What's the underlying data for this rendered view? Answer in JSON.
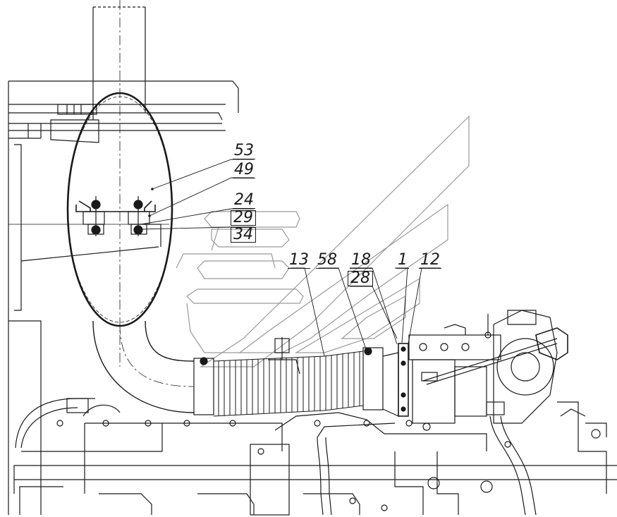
{
  "diagram": {
    "callouts": [
      {
        "id": "c53",
        "text": "53"
      },
      {
        "id": "c49",
        "text": "49"
      },
      {
        "id": "c24",
        "text": "24"
      },
      {
        "id": "c29",
        "text": "29"
      },
      {
        "id": "c34",
        "text": "34"
      },
      {
        "id": "c13",
        "text": "13"
      },
      {
        "id": "c58",
        "text": "58"
      },
      {
        "id": "c18",
        "text": "18"
      },
      {
        "id": "c28",
        "text": "28"
      },
      {
        "id": "c1",
        "text": "1"
      },
      {
        "id": "c12",
        "text": "12"
      }
    ],
    "colors": {
      "line": "#1a1a1a",
      "watermark": "#9a9a9a",
      "background": "#ffffff"
    }
  }
}
